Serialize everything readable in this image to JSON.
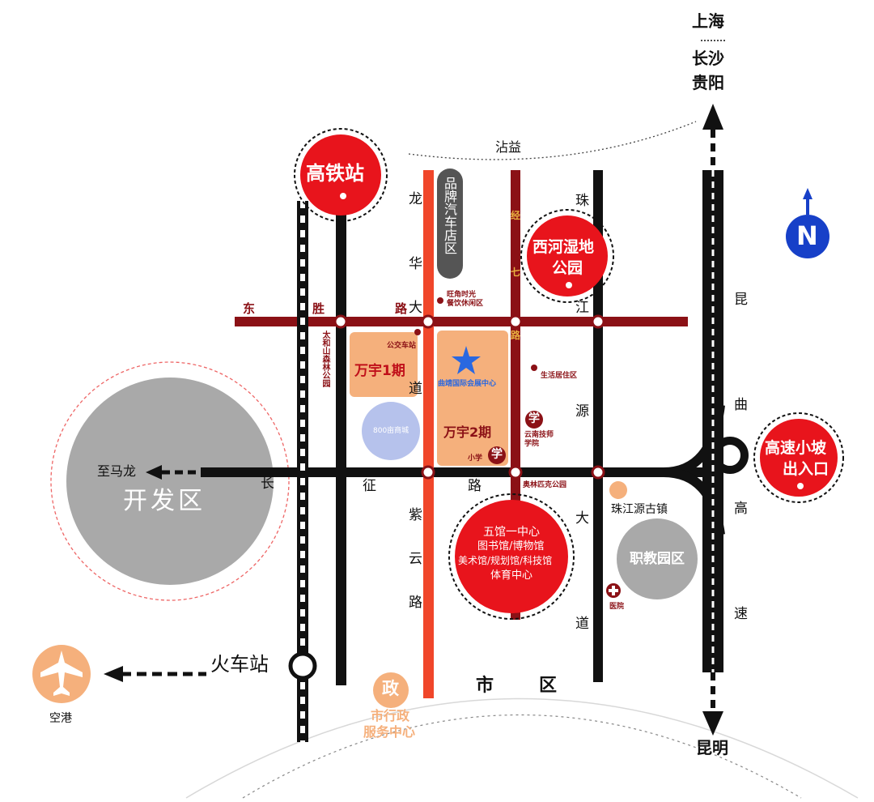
{
  "map": {
    "cities": {
      "shanghai": "上海",
      "changsha": "长沙",
      "guiyang": "贵阳",
      "kunming": "昆明"
    },
    "roads": {
      "zhanyi": "沾益",
      "donsheng": [
        "东",
        "胜",
        "路"
      ],
      "longhua": [
        "龙",
        "华",
        "大",
        "道"
      ],
      "jing7": [
        "经",
        "七",
        "路"
      ],
      "zhujiang": [
        "珠",
        "江",
        "源",
        "大",
        "道"
      ],
      "changzheng": [
        "长",
        "征",
        "路"
      ],
      "ziyun": [
        "紫",
        "云",
        "路"
      ],
      "kunqu": [
        "昆",
        "曲",
        "高",
        "速"
      ]
    },
    "places": {
      "gaotie": "高铁站",
      "xihe": [
        "西河湿地",
        "公园"
      ],
      "gaosu": [
        "高速小坡",
        "出入口"
      ],
      "wanyu1": "万宇1期",
      "wanyu2": "万宇2期",
      "expo": "曲靖国际会展中心",
      "pinpai": "品牌汽车店区",
      "wangjiao": [
        "旺角时光",
        "餐饮休闲区"
      ],
      "bus": "公交车站",
      "taihe": "太和山森林公园",
      "shenghuo": "生活居住区",
      "yunnan": [
        "云南技师",
        "学院"
      ],
      "xiaoxue": "小学",
      "xue": "学",
      "olympic": "奥林匹克公园",
      "jiangyuan": "珠江源古镇",
      "zhijiao": "职教园区",
      "hospital": "医院",
      "wuguan": [
        "五馆一中心",
        "图书馆/博物馆",
        "美术馆/规划馆/科技馆",
        "体育中心"
      ],
      "mall800": "800亩商城",
      "kaifa": "开发区",
      "zhimalong": "至马龙",
      "huoche": "火车站",
      "konggang": "空港",
      "zheng": "政",
      "shixingzheng": [
        "市行政",
        "服务中心"
      ],
      "shiqu": [
        "市",
        "区"
      ],
      "north": "N"
    },
    "colors": {
      "red": "#e8141c",
      "darkred": "#8b1116",
      "black": "#111111",
      "orange_light": "#f5b07c",
      "gray": "#a9a9a9",
      "blue": "#1740c8",
      "lightblue": "#b6c2ec"
    }
  }
}
